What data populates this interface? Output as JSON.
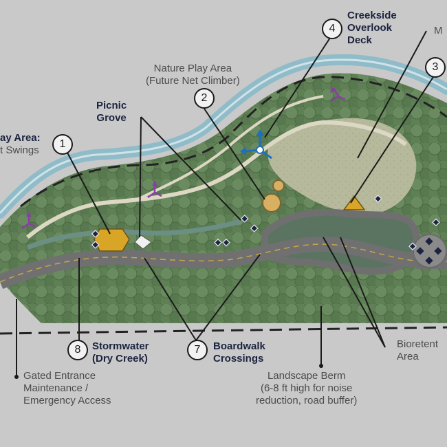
{
  "labels": {
    "creekside": [
      "Creekside",
      "Overlook",
      "Deck"
    ],
    "nature_play": [
      "Nature Play Area",
      "(Future Net Climber)"
    ],
    "picnic": [
      "Picnic",
      "Grove"
    ],
    "play_area": [
      "ay Area:",
      "t Swings"
    ],
    "m_cut": "M",
    "stormwater": [
      "Stormwater",
      "(Dry Creek)"
    ],
    "boardwalk": [
      "Boardwalk",
      "Crossings"
    ],
    "gated": [
      "Gated Entrance",
      "Maintenance /",
      "Emergency Access"
    ],
    "berm": [
      "Landscape Berm",
      "(6-8 ft high for noise",
      "reduction, road buffer)"
    ],
    "bioretention": [
      "Bioretent",
      "Area"
    ]
  },
  "numbers": {
    "n1": "1",
    "n2": "2",
    "n3": "3",
    "n4": "4",
    "n7": "7",
    "n8": "8"
  },
  "colors": {
    "background": "#c9c9c9",
    "creek": "#8fbcc8",
    "vegetation": "#5f7f55",
    "lawn": "#b5b89a",
    "path": "#dcd8c4",
    "road": "#707070",
    "label": "#1c2340",
    "accent_purple": "#8a3ea6",
    "accent_blue": "#1e6fc0",
    "feature_yellow": "#d8a527"
  },
  "icons": [
    "swing-icon",
    "net-climber-icon",
    "viewpoint-icon",
    "wayfinding-icon",
    "picnic-table-icon"
  ]
}
